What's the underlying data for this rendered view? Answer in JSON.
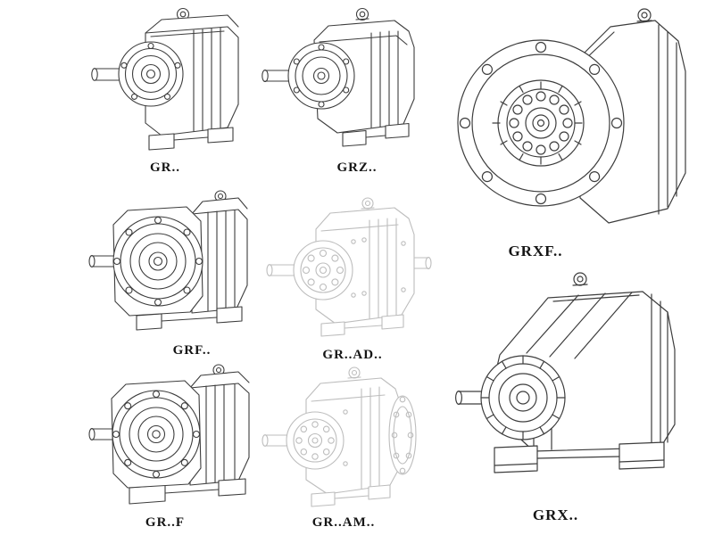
{
  "page": {
    "background": "#ffffff",
    "content_type": "gear-reducer-models-catalog"
  },
  "colors": {
    "line": "#3d3d3d",
    "line_light": "#bdbdbd",
    "background": "#ffffff",
    "label_text": "#151515"
  },
  "figures": [
    {
      "id": "gr",
      "label": "GR..",
      "drawing_style": "solid-line",
      "drawing": "foot-mounted-helical-gear-unit"
    },
    {
      "id": "grz",
      "label": "GRZ..",
      "drawing_style": "solid-line",
      "drawing": "foot-mounted-helical-gear-unit-variant"
    },
    {
      "id": "grxf",
      "label": "GRXF..",
      "drawing_style": "solid-line",
      "drawing": "large-flange-mounted-gear-unit-front-view"
    },
    {
      "id": "grf",
      "label": "GRF..",
      "drawing_style": "solid-line",
      "drawing": "flange-mounted-helical-gear-unit"
    },
    {
      "id": "grad",
      "label": "GR..AD..",
      "drawing_style": "light-line",
      "drawing": "gear-unit-with-input-adapter"
    },
    {
      "id": "grff",
      "label": "GR..F",
      "drawing_style": "solid-line",
      "drawing": "flange-and-foot-mounted-gear-unit"
    },
    {
      "id": "gram",
      "label": "GR..AM..",
      "drawing_style": "light-line",
      "drawing": "gear-unit-with-motor-adapter-flange"
    },
    {
      "id": "grx",
      "label": "GRX..",
      "drawing_style": "solid-line",
      "drawing": "large-foot-mounted-gear-unit"
    }
  ]
}
